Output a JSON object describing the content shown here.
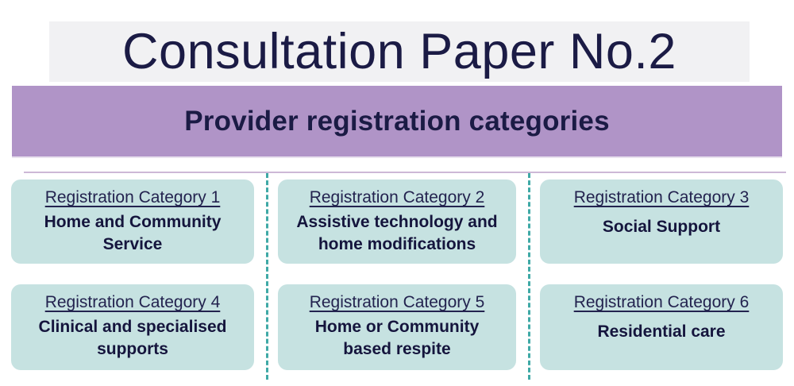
{
  "document": {
    "title": "Consultation Paper No.2",
    "banner_heading": "Provider registration categories"
  },
  "colors": {
    "title_band_bg": "#f1f1f3",
    "title_text": "#1b1b45",
    "banner_bg": "#b094c7",
    "banner_text": "#1b1b45",
    "card_bg": "#c6e2e1",
    "card_text": "#15153d",
    "divider_dashed": "#3fa9a6",
    "rule": "#cdb8d6",
    "page_bg": "#ffffff"
  },
  "categories": [
    {
      "eyebrow": "Registration Category 1",
      "name": "Home and Community Service"
    },
    {
      "eyebrow": "Registration Category 2",
      "name": "Assistive technology and home modifications"
    },
    {
      "eyebrow": "Registration Category 3",
      "name": "Social Support"
    },
    {
      "eyebrow": "Registration Category 4",
      "name": "Clinical and specialised supports"
    },
    {
      "eyebrow": "Registration Category 5",
      "name": "Home or Community based respite"
    },
    {
      "eyebrow": "Registration Category 6",
      "name": "Residential care"
    }
  ]
}
